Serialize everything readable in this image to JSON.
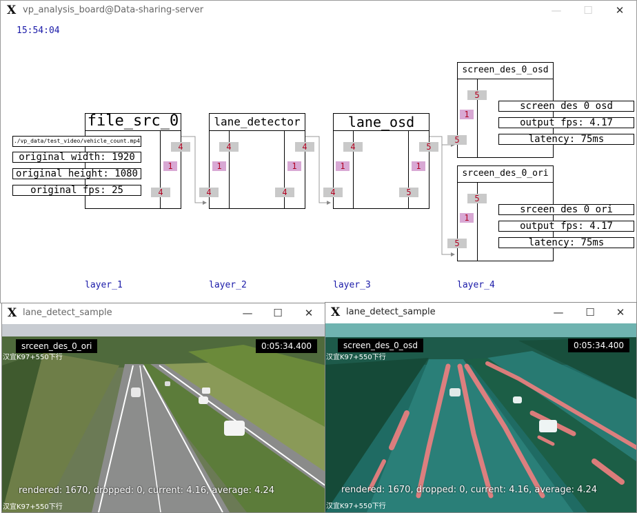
{
  "main_window": {
    "title": "vp_analysis_board@Data-sharing-server",
    "time": "15:54:04",
    "controls": {
      "minimize": "—",
      "maximize": "☐",
      "close": "✕"
    },
    "nodes": [
      {
        "title": "file_src_0",
        "badges": [
          "4",
          "1",
          "4"
        ]
      },
      {
        "title": "lane_detector",
        "badges_left": [
          "4",
          "1",
          "4"
        ],
        "badges_right": [
          "4",
          "1",
          "4"
        ]
      },
      {
        "title": "lane_osd",
        "badges_left": [
          "4",
          "1",
          "4"
        ],
        "badges_right": [
          "5",
          "1",
          "5"
        ]
      },
      {
        "title": "screen_des_0_osd",
        "badges": [
          "5",
          "1",
          "5"
        ]
      },
      {
        "title": "srceen_des_0_ori",
        "badges": [
          "5",
          "1",
          "5"
        ]
      }
    ],
    "file_src_props": [
      "./vp_data/test_video/vehicle_count.mp4",
      "original_width: 1920",
      "original_height: 1080",
      "original_fps: 25"
    ],
    "osd_props": [
      "screen_des_0_osd",
      "output_fps: 4.17",
      "latency: 75ms"
    ],
    "ori_props": [
      "srceen_des_0_ori",
      "output_fps: 4.17",
      "latency: 75ms"
    ],
    "layers": [
      "layer_1",
      "layer_2",
      "layer_3",
      "layer_4"
    ]
  },
  "video_windows": [
    {
      "title": "lane_detect_sample",
      "stream_label": "srceen_des_0_ori",
      "timestamp": "0:05:34.400",
      "stats": "rendered: 1670, dropped: 0, current: 4.16, average: 4.24",
      "controls": {
        "minimize": "—",
        "maximize": "☐",
        "close": "✕"
      },
      "watermark_top": "汉宜K97+550下行",
      "watermark_bottom": "汉宜K97+550下行"
    },
    {
      "title": "lane_detect_sample",
      "stream_label": "screen_des_0_osd",
      "timestamp": "0:05:34.400",
      "stats": "rendered: 1670, dropped: 0, current: 4.16, average: 4.24",
      "controls": {
        "minimize": "—",
        "maximize": "☐",
        "close": "✕"
      },
      "watermark_top": "汉宜K97+550下行",
      "watermark_bottom": "汉宜K97+550下行"
    }
  ],
  "colors": {
    "badge_gray": "#c9c9c9",
    "badge_pink": "#d8a8d4",
    "badge_text": "#b00020",
    "layer_text": "#1a1aa8",
    "lane_highlight": "#f08080"
  }
}
